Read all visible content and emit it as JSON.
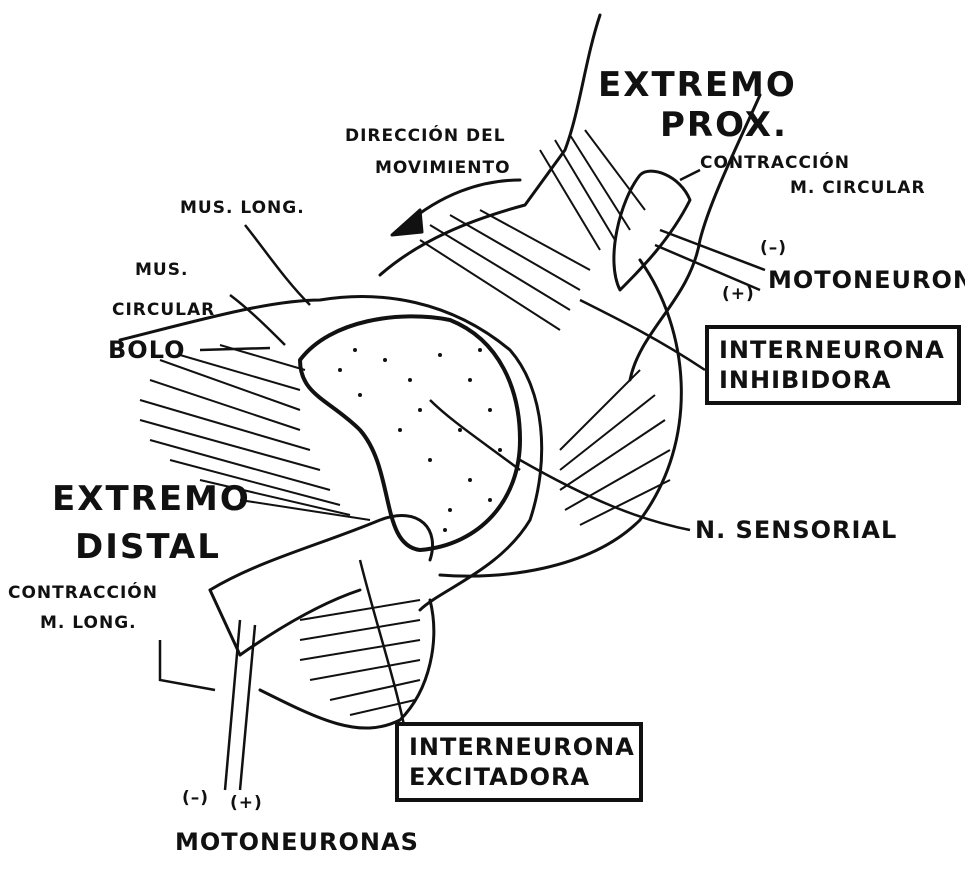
{
  "labels": {
    "extremo_prox": [
      "EXTREMO",
      "PROX."
    ],
    "direccion": [
      "DIRECCIÓN DEL",
      "MOVIMIENTO"
    ],
    "contraccion_circular": [
      "CONTRACCIÓN",
      "M. CIRCULAR"
    ],
    "mus_long": "MUS. LONG.",
    "mus_circular": [
      "MUS.",
      "CIRCULAR"
    ],
    "bolo": "BOLO",
    "motoneuronas_top": "MOTONEURONAS",
    "sign_minus_top": "(–)",
    "sign_plus_top": "(+)",
    "interneurona_inhibidora": [
      "INTERNEURONA",
      "INHIBIDORA"
    ],
    "n_sensorial": "N. SENSORIAL",
    "extremo_distal": [
      "EXTREMO",
      "DISTAL"
    ],
    "contraccion_long": [
      "CONTRACCIÓN",
      "M. LONG."
    ],
    "interneurona_excitadora": [
      "INTERNEURONA",
      "EXCITADORA"
    ],
    "sign_minus_bottom": "(–)",
    "sign_plus_bottom": "(+)",
    "motoneuronas_bottom": "MOTONEURONAS"
  }
}
